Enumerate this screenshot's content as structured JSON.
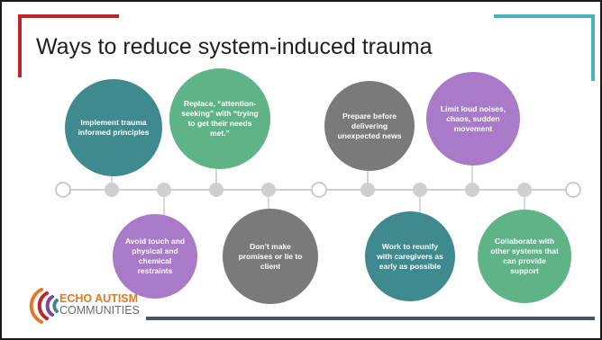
{
  "slide": {
    "title": "Ways to reduce system-induced trauma",
    "accent_colors": {
      "red": "#c0242b",
      "teal": "#4bb4ba"
    }
  },
  "items": [
    {
      "text": "Implement trauma informed principles",
      "color": "#3f8a8e",
      "position": "above"
    },
    {
      "text": "Avoid touch and physical and chemical restraints",
      "color": "#a97ac8",
      "position": "below"
    },
    {
      "text": "Replace, “attention-seeking” with “trying to get their needs met.”",
      "color": "#5fb487",
      "position": "above"
    },
    {
      "text": "Don’t make promises or lie to client",
      "color": "#7a7a7a",
      "position": "below"
    },
    {
      "text": "Prepare before delivering unexpected news",
      "color": "#7a7a7a",
      "position": "above"
    },
    {
      "text": "Work to reunify with caregivers as early as possible",
      "color": "#3f8a8e",
      "position": "below"
    },
    {
      "text": "Limit loud noises, chaos, sudden movement",
      "color": "#a97ac8",
      "position": "above"
    },
    {
      "text": "Collaborate with other systems that can provide support",
      "color": "#5fb487",
      "position": "below"
    }
  ],
  "logo": {
    "line1": "ECHO AUTISM",
    "line2": "COMMUNITIES",
    "colors": [
      "#e07a28",
      "#c0242b",
      "#7b4aa0",
      "#3f8a8e"
    ]
  }
}
